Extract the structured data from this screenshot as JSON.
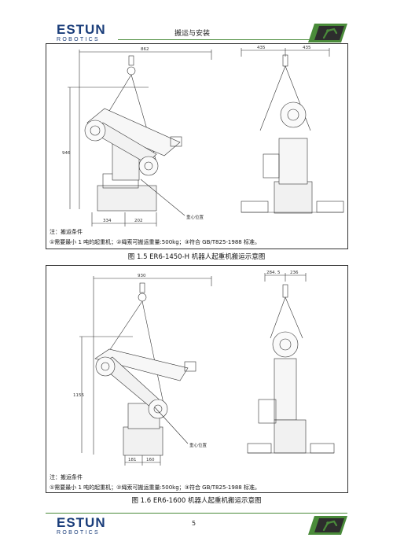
{
  "header": {
    "logo_main": "ESTUN",
    "logo_sub": "ROBOTICS",
    "title": "搬运与安装"
  },
  "figure1": {
    "dims": {
      "width": "862",
      "height": "946",
      "base_left": "334",
      "base_right": "202",
      "side_left": "435",
      "side_right": "435"
    },
    "cog_label": "重心位置",
    "note_title": "注：搬运条件",
    "note_text": "①需要最小 1 吨的起重机；②绳索可搬运重量:500kg；③符合 GB/T825-1988 标准。",
    "caption": "图  1.5 ER6-1450-H 机器人起重机搬运示意图"
  },
  "figure2": {
    "dims": {
      "width": "930",
      "height": "1155",
      "base_left": "181",
      "base_right": "160",
      "side_left": "284. 5",
      "side_right": "236"
    },
    "cog_label": "重心位置",
    "note_title": "注：搬运条件",
    "note_text": "①需要最小 1 吨的起重机；②绳索可搬运重量:500kg；③符合 GB/T825-1988 标准。",
    "caption": "图  1.6 ER6-1600 机器人起重机搬运示意图"
  },
  "footer": {
    "logo_main": "ESTUN",
    "logo_sub": "ROBOTICS",
    "page_number": "5"
  },
  "colors": {
    "brand_blue": "#1a3d7a",
    "accent_green": "#4a8b3a",
    "robot_icon": "#2d2d2d"
  }
}
